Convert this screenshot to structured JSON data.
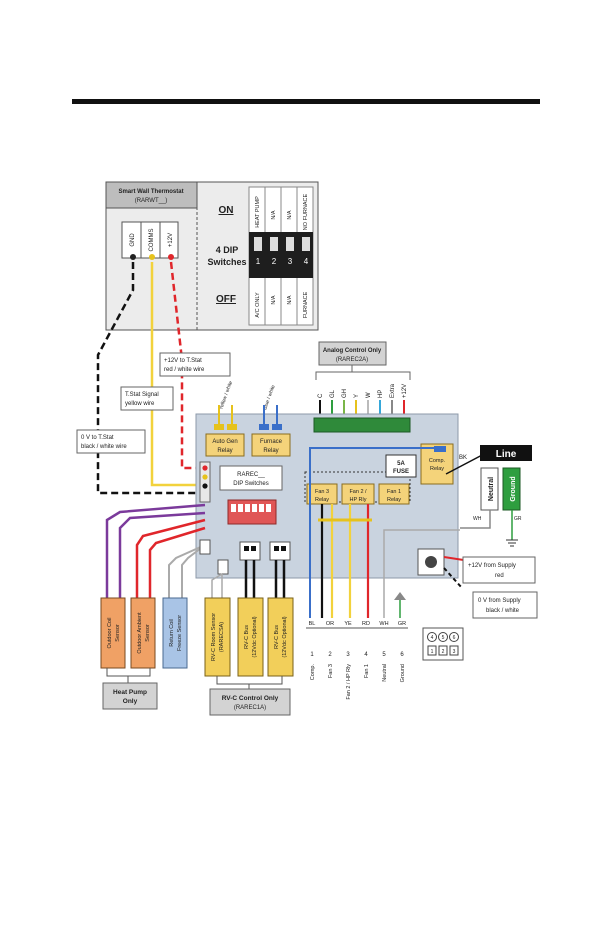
{
  "thermostat": {
    "title_line1": "Smart Wall Thermostat",
    "title_line2": "(RARWT__)",
    "terminals": [
      "GND",
      "COMMS",
      "+12V"
    ],
    "on_label": "ON",
    "off_label": "OFF",
    "dip_title_line1": "4 DIP",
    "dip_title_line2": "Switches",
    "dip_numbers": [
      "1",
      "2",
      "3",
      "4"
    ],
    "top_labels": [
      "HEAT PUMP",
      "N/A",
      "N/A",
      "NO FURNACE"
    ],
    "bottom_labels": [
      "A/C ONLY",
      "N/A",
      "N/A",
      "FURNACE"
    ]
  },
  "callouts": {
    "plus12_line1": "+12V to T.Stat",
    "plus12_line2": "red / white wire",
    "signal_line1": "T.Stat Signal",
    "signal_line2": "yellow wire",
    "zero_line1": "0 V to T.Stat",
    "zero_line2": "black / white wire",
    "supply_plus_line1": "+12V from Supply",
    "supply_plus_line2": "red",
    "supply_zero_line1": "0 V from Supply",
    "supply_zero_line2": "black / white"
  },
  "analog": {
    "title_line1": "Analog Control Only",
    "title_line2": "(RAREC2A)",
    "terminals": [
      "C",
      "GL",
      "GH",
      "Y",
      "W",
      "HP",
      "Extra",
      "+12V"
    ]
  },
  "board": {
    "relays": {
      "auto_gen_line1": "Auto Gen",
      "auto_gen_line2": "Relay",
      "furnace_line1": "Furnace",
      "furnace_line2": "Relay",
      "fan3_line1": "Fan 3",
      "fan3_line2": "Relay",
      "fan2_line1": "Fan 2 /",
      "fan2_line2": "HP Rly",
      "fan1_line1": "Fan 1",
      "fan1_line2": "Relay",
      "comp_line1": "Comp.",
      "comp_line2": "Relay"
    },
    "dip_line1": "RAREC__",
    "dip_line2": "DIP Switches",
    "fuse_line1": "5A",
    "fuse_line2": "FUSE",
    "wire_labels": {
      "yellow_white": "Yellow / white",
      "blue_white": "Blue / white"
    }
  },
  "line_label": "Line",
  "neutral_label": "Neutral",
  "ground_label": "Ground",
  "bk_label": "BK",
  "wh_label": "WH",
  "gr_label": "GR",
  "terminal_block": {
    "color_codes": [
      "BL",
      "OR",
      "YE",
      "RD",
      "WH",
      "GR"
    ],
    "numbers": [
      "1",
      "2",
      "3",
      "4",
      "5",
      "6"
    ],
    "names": [
      "Comp.",
      "Fan 3",
      "Fan 2 / HP Rly",
      "Fan 1",
      "Neutral",
      "Ground"
    ],
    "connector_numbers": [
      "4",
      "5",
      "6",
      "1",
      "2",
      "3"
    ]
  },
  "sensors": {
    "outdoor_coil_line1": "Outdoor Coil",
    "outdoor_coil_line2": "Sensor",
    "outdoor_ambient_line1": "Outdoor Ambient",
    "outdoor_ambient_line2": "Sensor",
    "return_line1": "Return Coil",
    "return_line2": "Freeze Sensor",
    "rvc_room_line1": "RV-C Room Sensor",
    "rvc_room_line2": "(RARECSA)",
    "rvc_bus1_line1": "RV-C Bus",
    "rvc_bus1_line2": "(12Vdc Optional)",
    "rvc_bus2_line1": "RV-C Bus",
    "rvc_bus2_line2": "(12Vdc Optional)",
    "heat_pump_line1": "Heat Pump",
    "heat_pump_line2": "Only",
    "rvc_control_line1": "RV-C Control Only",
    "rvc_control_line2": "(RAREC1A)"
  },
  "colors": {
    "board": "#c9d3df",
    "relay": "#f4d37a",
    "sensor_yellow": "#f2cf5a",
    "sensor_orange": "#f0a165",
    "sensor_blue": "#a9c4e6",
    "wire_yellow": "#f2d23c",
    "wire_red": "#e0262b",
    "wire_purple": "#7b3a9b",
    "wire_blue": "#3a6fc9",
    "wire_green": "#2e9e3f"
  }
}
